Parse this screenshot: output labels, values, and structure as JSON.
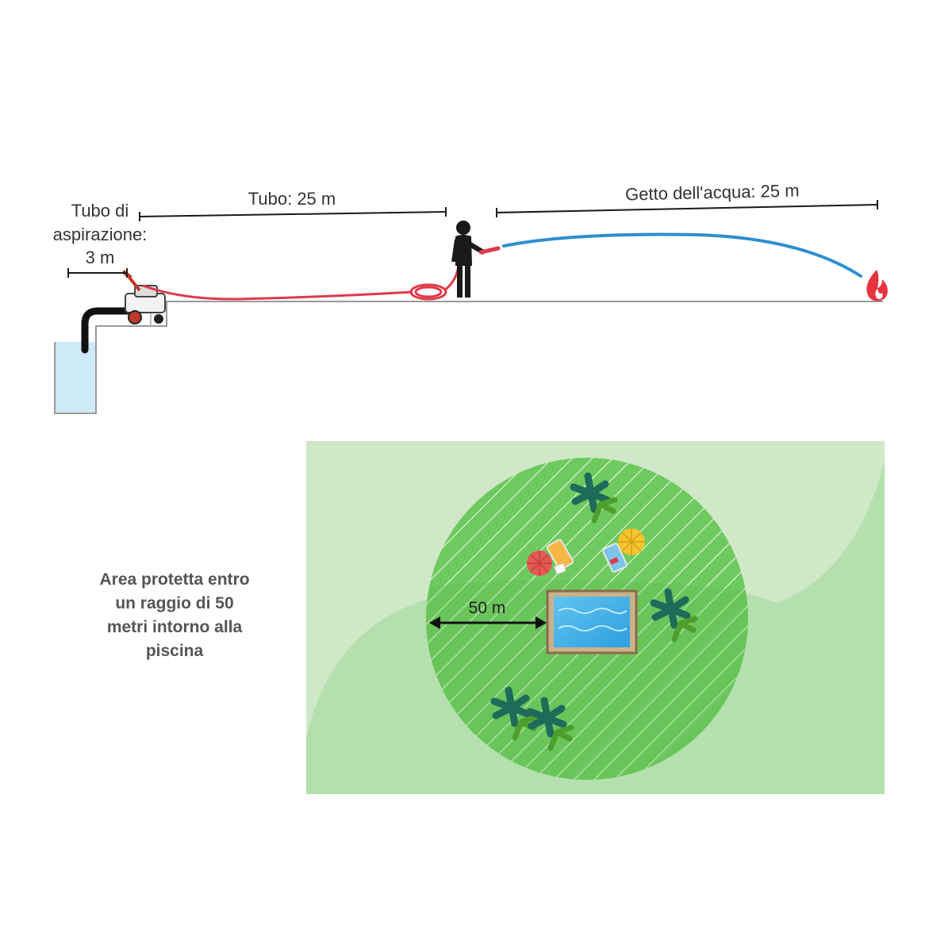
{
  "labels": {
    "suction_line1": "Tubo di",
    "suction_line2": "aspirazione:",
    "suction_line3": "3 m",
    "hose": "Tubo: 25 m",
    "jet": "Getto dell'acqua: 25 m",
    "radius": "50 m"
  },
  "caption": {
    "line1": "Area protetta entro",
    "line2": "un raggio di 50",
    "line3": "metri intorno alla",
    "line4": "piscina"
  },
  "icons": {
    "person": "person-icon",
    "fire": "fire-icon",
    "pump": "motor-pump-icon",
    "palm": "palm-tree-icon",
    "umbrella": "beach-umbrella-icon",
    "sunbed": "sunbed-icon",
    "pool": "swimming-pool-icon"
  },
  "colors": {
    "hose": "#e0394a",
    "water_jet": "#2e8fcf",
    "reservoir_water": "#cdeaf6",
    "ground": "#999999",
    "area_light": "#cfe8c8",
    "area_mid": "#b4e0ae",
    "protected_circle": "#6ec95f",
    "fire": "#e8343f"
  }
}
